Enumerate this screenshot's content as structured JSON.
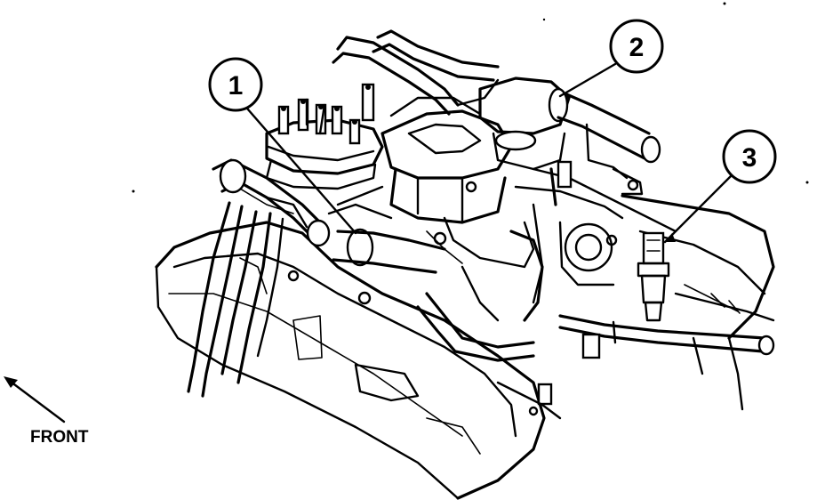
{
  "callouts": [
    {
      "number": "1"
    },
    {
      "number": "2"
    },
    {
      "number": "3"
    }
  ],
  "direction_label": "FRONT",
  "colors": {
    "ink": "#000000",
    "background": "#ffffff"
  }
}
